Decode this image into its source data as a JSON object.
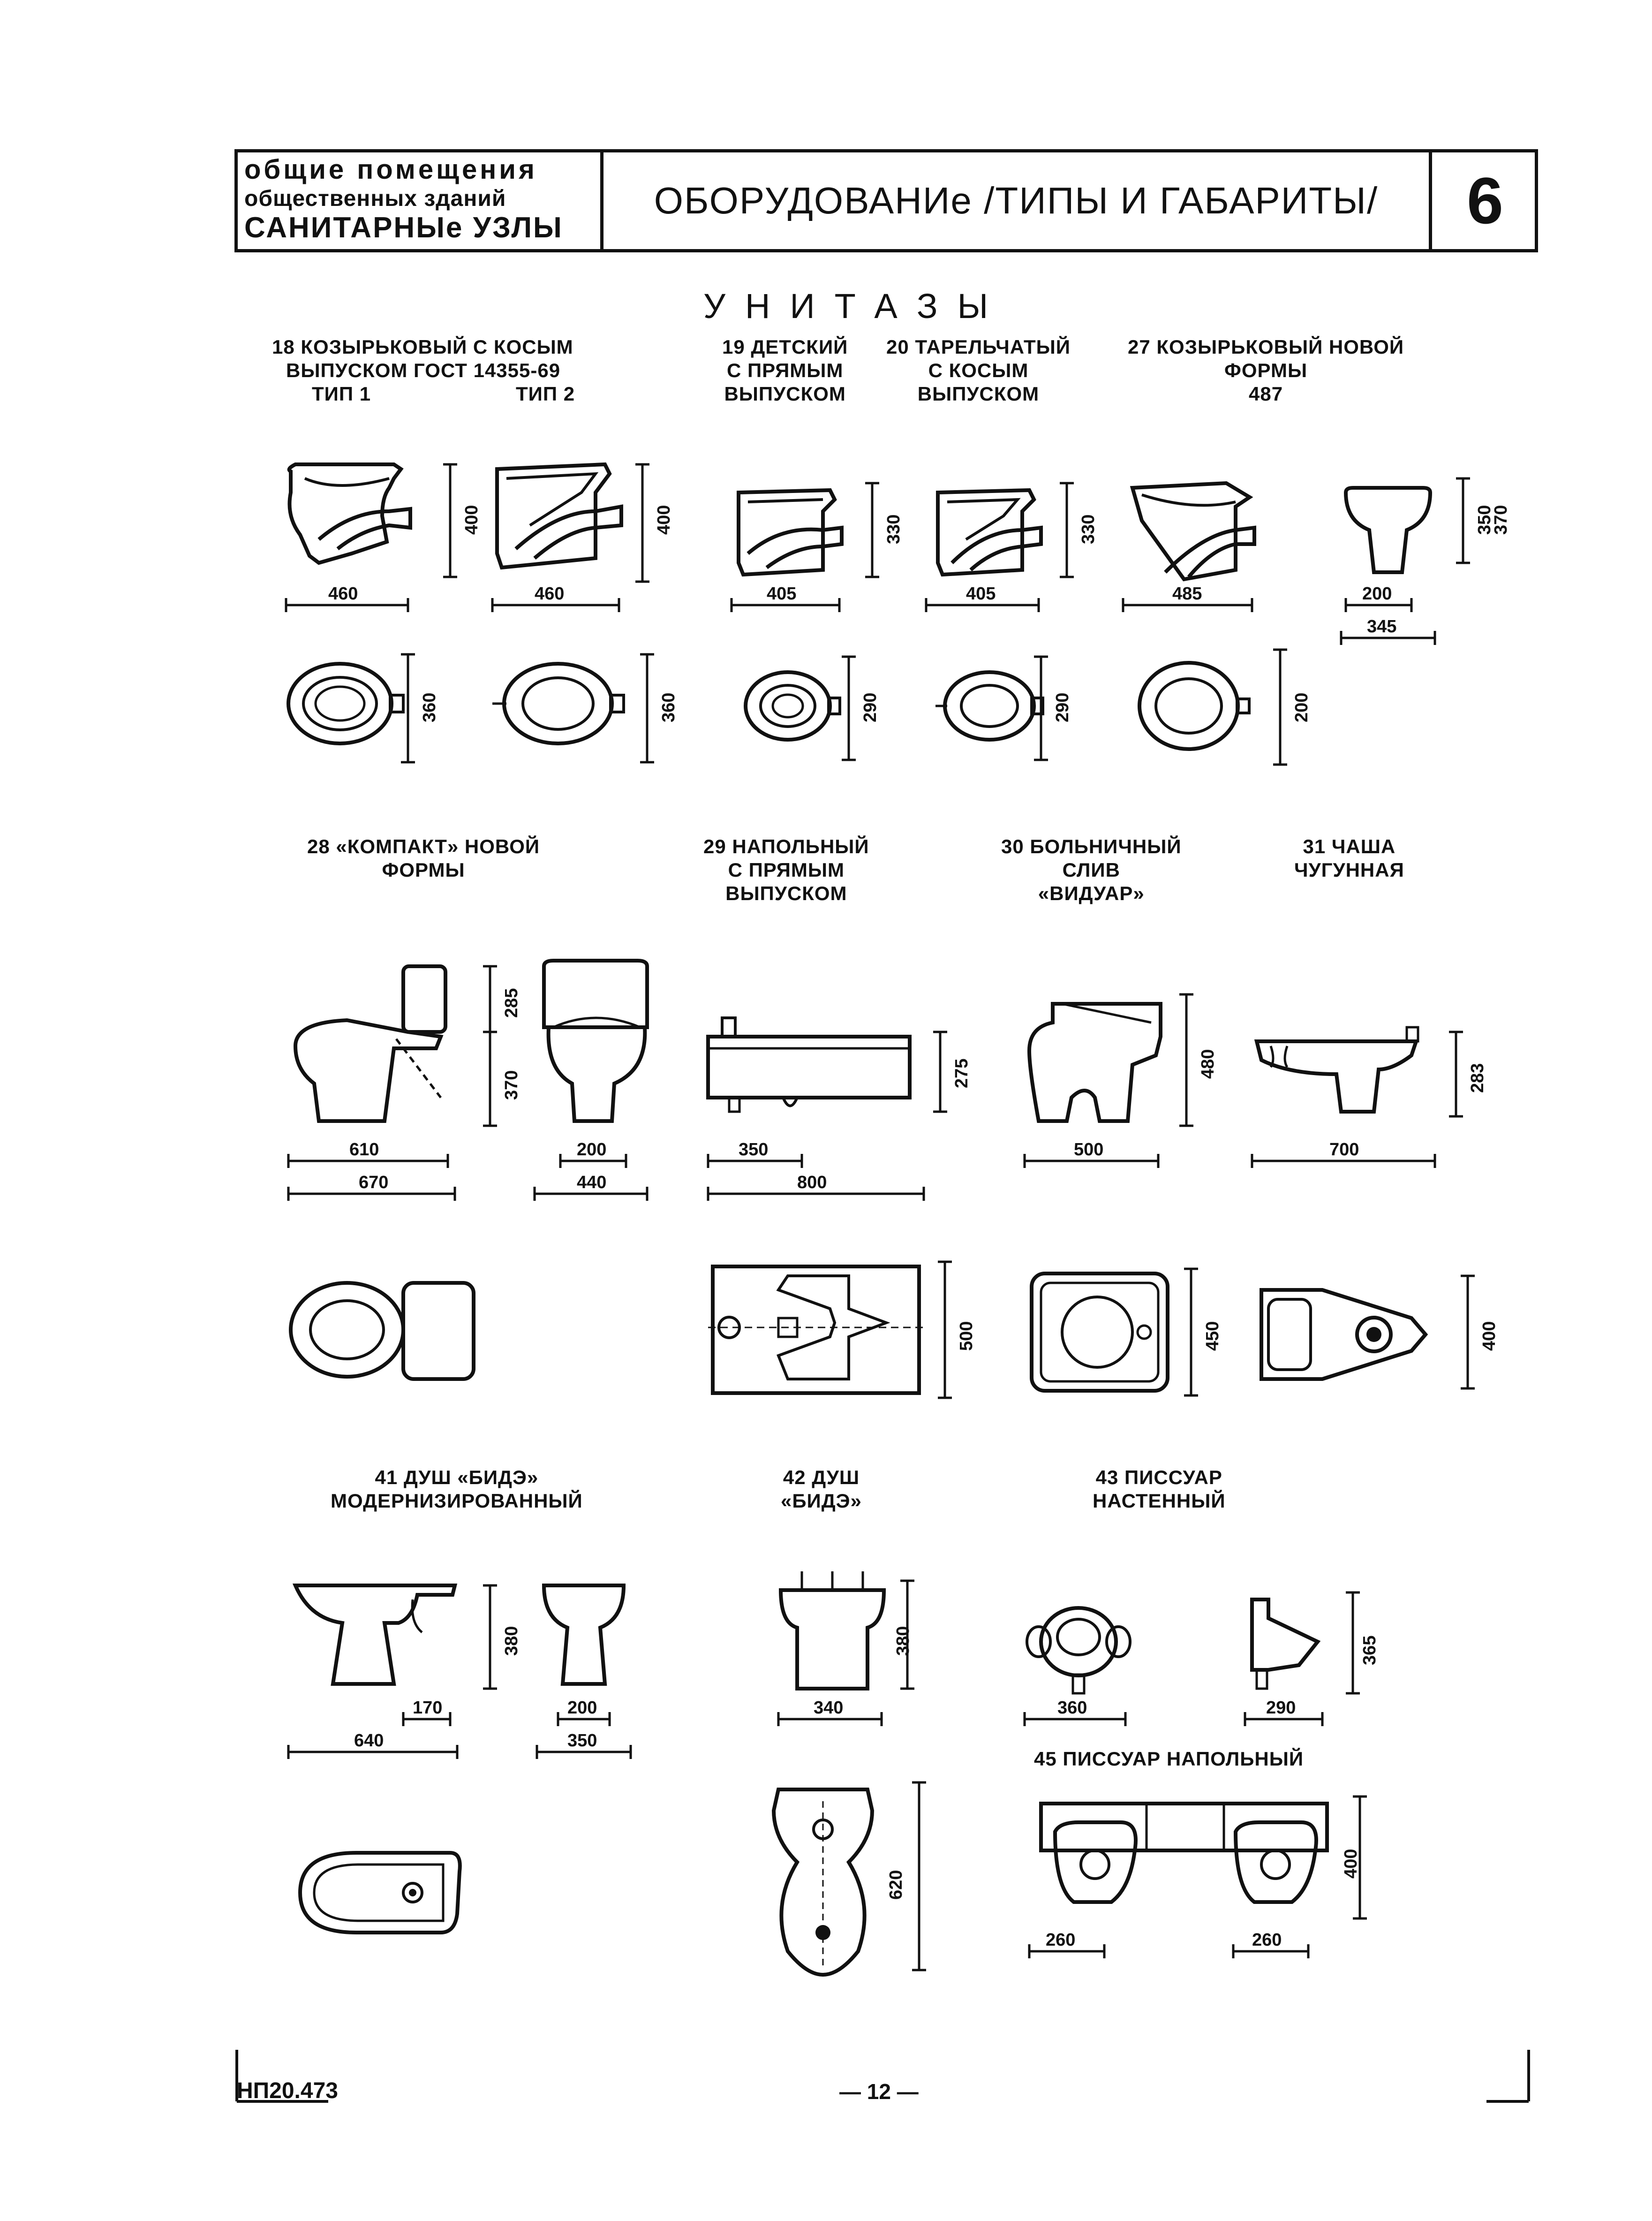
{
  "header": {
    "left_line1": "общие помещения",
    "left_line2": "общественных зданий",
    "left_line3": "САНИТАРНЫе УЗЛЫ",
    "title": "ОБОРУДОВАНИе /ТИПЫ И ГАБАРИТЫ/",
    "number": "6"
  },
  "section_title": "УНИТАЗЫ",
  "items": {
    "i18": {
      "line1": "18 КОЗЫРЬКОВЫЙ С КОСЫМ",
      "line2": "ВЫПУСКОМ ГОСТ 14355-69",
      "type1": "ТИП 1",
      "type2": "ТИП 2",
      "d1_w": "460",
      "d1_h": "400",
      "d2_w": "460",
      "d2_h": "400",
      "p1_h": "360",
      "p2_h": "360"
    },
    "i19": {
      "line1": "19 ДЕТСКИЙ",
      "line2": "С ПРЯМЫМ",
      "line3": "ВЫПУСКОМ",
      "w": "405",
      "h": "330",
      "ph": "290"
    },
    "i20": {
      "line1": "20 ТАРЕЛЬЧАТЫЙ",
      "line2": "С КОСЫМ",
      "line3": "ВЫПУСКОМ",
      "w": "405",
      "h": "330",
      "ph": "290"
    },
    "i27": {
      "line1": "27 КОЗЫРЬКОВЫЙ НОВОЙ",
      "line2": "ФОРМЫ",
      "line3": "487",
      "w": "485",
      "ph": "200",
      "fw1": "200",
      "fw2": "345",
      "fh1": "350",
      "fh2": "370"
    },
    "i28": {
      "line1": "28 «КОМПАКТ» НОВОЙ",
      "line2": "ФОРМЫ",
      "h1": "285",
      "h2": "370",
      "w1": "610",
      "w2": "670",
      "fw1": "200",
      "fw2": "440"
    },
    "i29": {
      "line1": "29 НАПОЛЬНЫЙ",
      "line2": "С ПРЯМЫМ",
      "line3": "ВЫПУСКОМ",
      "h": "275",
      "w1": "350",
      "w2": "800",
      "ph": "500"
    },
    "i30": {
      "line1": "30 БОЛЬНИЧНЫЙ",
      "line2": "СЛИВ",
      "line3": "«ВИДУАР»",
      "h": "480",
      "w": "500",
      "ph": "450"
    },
    "i31": {
      "line1": "31 ЧАША",
      "line2": "ЧУГУННАЯ",
      "h": "283",
      "w": "700",
      "ph": "400"
    },
    "i41": {
      "line1": "41 ДУШ «БИДЭ»",
      "line2": "МОДЕРНИЗИРОВАННЫЙ",
      "h": "380",
      "w1": "170",
      "w2": "640",
      "fw1": "200",
      "fw2": "350"
    },
    "i42": {
      "line1": "42 ДУШ",
      "line2": "«БИДЭ»",
      "h": "380",
      "w": "340",
      "ph": "620"
    },
    "i43": {
      "line1": "43 ПИССУАР",
      "line2": "НАСТЕННЫЙ",
      "w1": "360",
      "w2": "290",
      "h": "365"
    },
    "i45": {
      "line1": "45 ПИССУАР НАПОЛЬНЫЙ",
      "h": "400",
      "w1": "260",
      "w2": "260"
    }
  },
  "footer": {
    "code": "НП20.473",
    "page": "— 12 —"
  }
}
